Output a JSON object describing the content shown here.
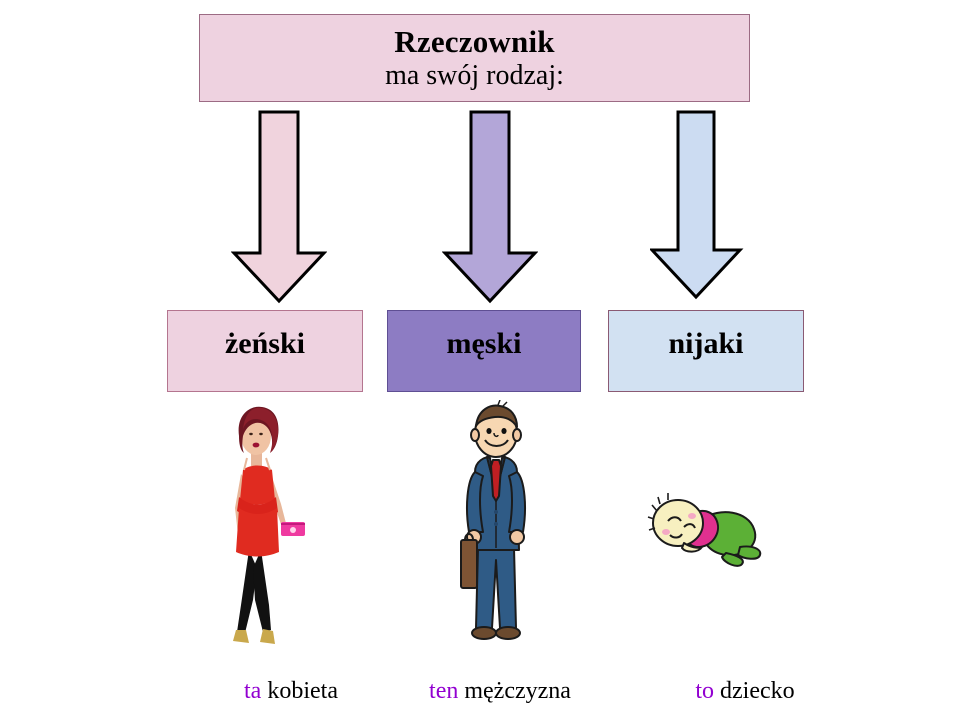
{
  "title": {
    "line1": "Rzeczownik",
    "line2": "ma swój rodzaj:"
  },
  "genders": [
    {
      "key": "feminine",
      "label": "żeński",
      "box_fill": "#eed2e0",
      "box_border": "#b4758f",
      "arrow_fill": "#f0d3dd",
      "caption_pronoun": "ta",
      "caption_noun": "kobieta",
      "illustration": "woman-illustration"
    },
    {
      "key": "masculine",
      "label": "męski",
      "box_fill": "#8d7cc3",
      "box_border": "#5f4f93",
      "arrow_fill": "#b3a6d8",
      "caption_pronoun": "ten",
      "caption_noun": "mężczyzna",
      "illustration": "man-illustration"
    },
    {
      "key": "neuter",
      "label": "nijaki",
      "box_fill": "#d2e1f2",
      "box_border": "#8a5a73",
      "arrow_fill": "#ccdcf2",
      "caption_pronoun": "to",
      "caption_noun": "dziecko",
      "illustration": "baby-illustration"
    }
  ],
  "colors": {
    "background": "#ffffff",
    "title_fill": "#eed2e0",
    "title_border": "#9c6b84",
    "pronoun_accent": "#9200d1",
    "outline": "#000000"
  }
}
